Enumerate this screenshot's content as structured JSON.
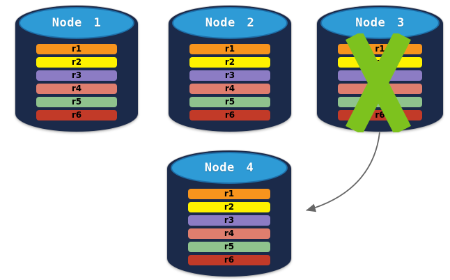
{
  "colors": {
    "background": "#FFFFFF",
    "cylinder_body": "#1B2A4A",
    "cylinder_top": "#2E9BD6",
    "cylinder_top_border": "#1E6FA9",
    "row_r1": "#F7941D",
    "row_r2": "#FEF200",
    "row_r3": "#8C7CC4",
    "row_r4": "#DF7E6E",
    "row_r5": "#8FC38D",
    "row_r6": "#C23A28",
    "failure_x": "#7DC21E",
    "arrow": "#666666"
  },
  "icons": {
    "failure_x": "green-x-cross",
    "arrow": "curved-arrow-left"
  },
  "nodes": [
    {
      "title": "Node 1",
      "rows": [
        {
          "label": "r1",
          "color": "#F7941D"
        },
        {
          "label": "r2",
          "color": "#FEF200"
        },
        {
          "label": "r3",
          "color": "#8C7CC4"
        },
        {
          "label": "r4",
          "color": "#DF7E6E"
        },
        {
          "label": "r5",
          "color": "#8FC38D"
        },
        {
          "label": "r6",
          "color": "#C23A28"
        }
      ]
    },
    {
      "title": "Node 2",
      "rows": [
        {
          "label": "r1",
          "color": "#F7941D"
        },
        {
          "label": "r2",
          "color": "#FEF200"
        },
        {
          "label": "r3",
          "color": "#8C7CC4"
        },
        {
          "label": "r4",
          "color": "#DF7E6E"
        },
        {
          "label": "r5",
          "color": "#8FC38D"
        },
        {
          "label": "r6",
          "color": "#C23A28"
        }
      ]
    },
    {
      "title": "Node 3",
      "failed": true,
      "rows": [
        {
          "label": "r1",
          "color": "#F7941D"
        },
        {
          "label": "r2",
          "color": "#FEF200"
        },
        {
          "label": "r3",
          "color": "#8C7CC4"
        },
        {
          "label": "r4",
          "color": "#DF7E6E"
        },
        {
          "label": "r5",
          "color": "#8FC38D"
        },
        {
          "label": "r6",
          "color": "#C23A28"
        }
      ]
    },
    {
      "title": "Node 4",
      "rows": [
        {
          "label": "r1",
          "color": "#F7941D"
        },
        {
          "label": "r2",
          "color": "#FEF200"
        },
        {
          "label": "r3",
          "color": "#8C7CC4"
        },
        {
          "label": "r4",
          "color": "#DF7E6E"
        },
        {
          "label": "r5",
          "color": "#8FC38D"
        },
        {
          "label": "r6",
          "color": "#C23A28"
        }
      ]
    }
  ]
}
